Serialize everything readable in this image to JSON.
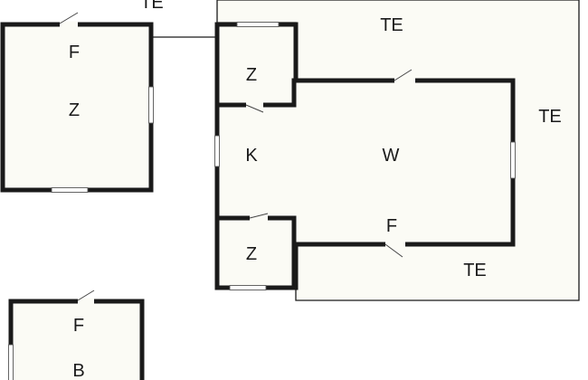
{
  "plan": {
    "labels": {
      "terrace_top_left": "TE",
      "terrace_top": "TE",
      "terrace_right": "TE",
      "terrace_bottom": "TE",
      "shed_f": "F",
      "shed_z": "Z",
      "room_z_top": "Z",
      "room_k": "K",
      "room_w": "W",
      "room_f": "F",
      "room_z_bottom": "Z",
      "small_f": "F",
      "small_b": "B"
    }
  }
}
